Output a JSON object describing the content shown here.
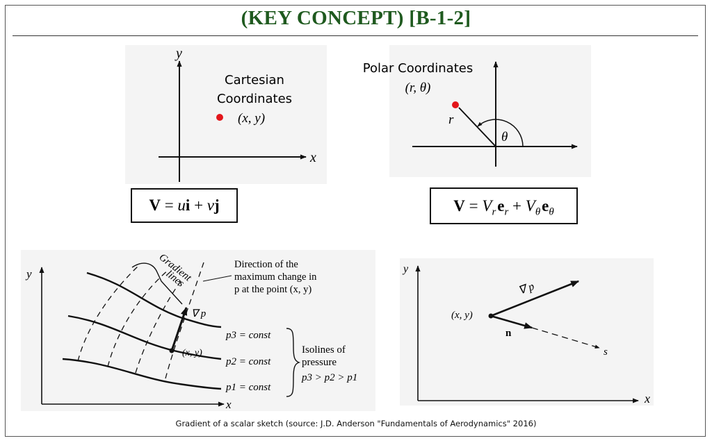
{
  "header": {
    "title": "(KEY CONCEPT) [B-1-2]"
  },
  "cartesian": {
    "label_line1": "Cartesian",
    "label_line2": "Coordinates",
    "point": "(x, y)",
    "x_axis": "x",
    "y_axis": "y",
    "equation": "V = ui + vj",
    "point_color": "#e3161b"
  },
  "polar": {
    "label": "Polar Coordinates",
    "point": "(r, θ)",
    "r_label": "r",
    "theta_label": "θ",
    "equation": "V = V_r e_r + V_θ e_θ",
    "point_color": "#e3161b"
  },
  "isolines": {
    "x_axis": "x",
    "y_axis": "y",
    "gradient_line1": "Gradient",
    "gradient_line2": "lines",
    "direction_line1": "Direction of the",
    "direction_line2": "maximum change in",
    "direction_line3": "p at the point (x, y)",
    "grad_label": "∇ p",
    "point_label": "(x, y)",
    "p3": "p3 = const",
    "p2": "p2 = const",
    "p1": "p1 = const",
    "iso_line1": "Isolines of",
    "iso_line2": "pressure",
    "iso_line3": "p3 > p2 > p1"
  },
  "directional": {
    "x_axis": "x",
    "y_axis": "y",
    "point_label": "(x, y)",
    "grad_label": "∇ p",
    "n_label": "n",
    "s_label": "s"
  },
  "caption": "Gradient of a scalar sketch (source: J.D. Anderson \"Fundamentals of Aerodynamics\" 2016)"
}
